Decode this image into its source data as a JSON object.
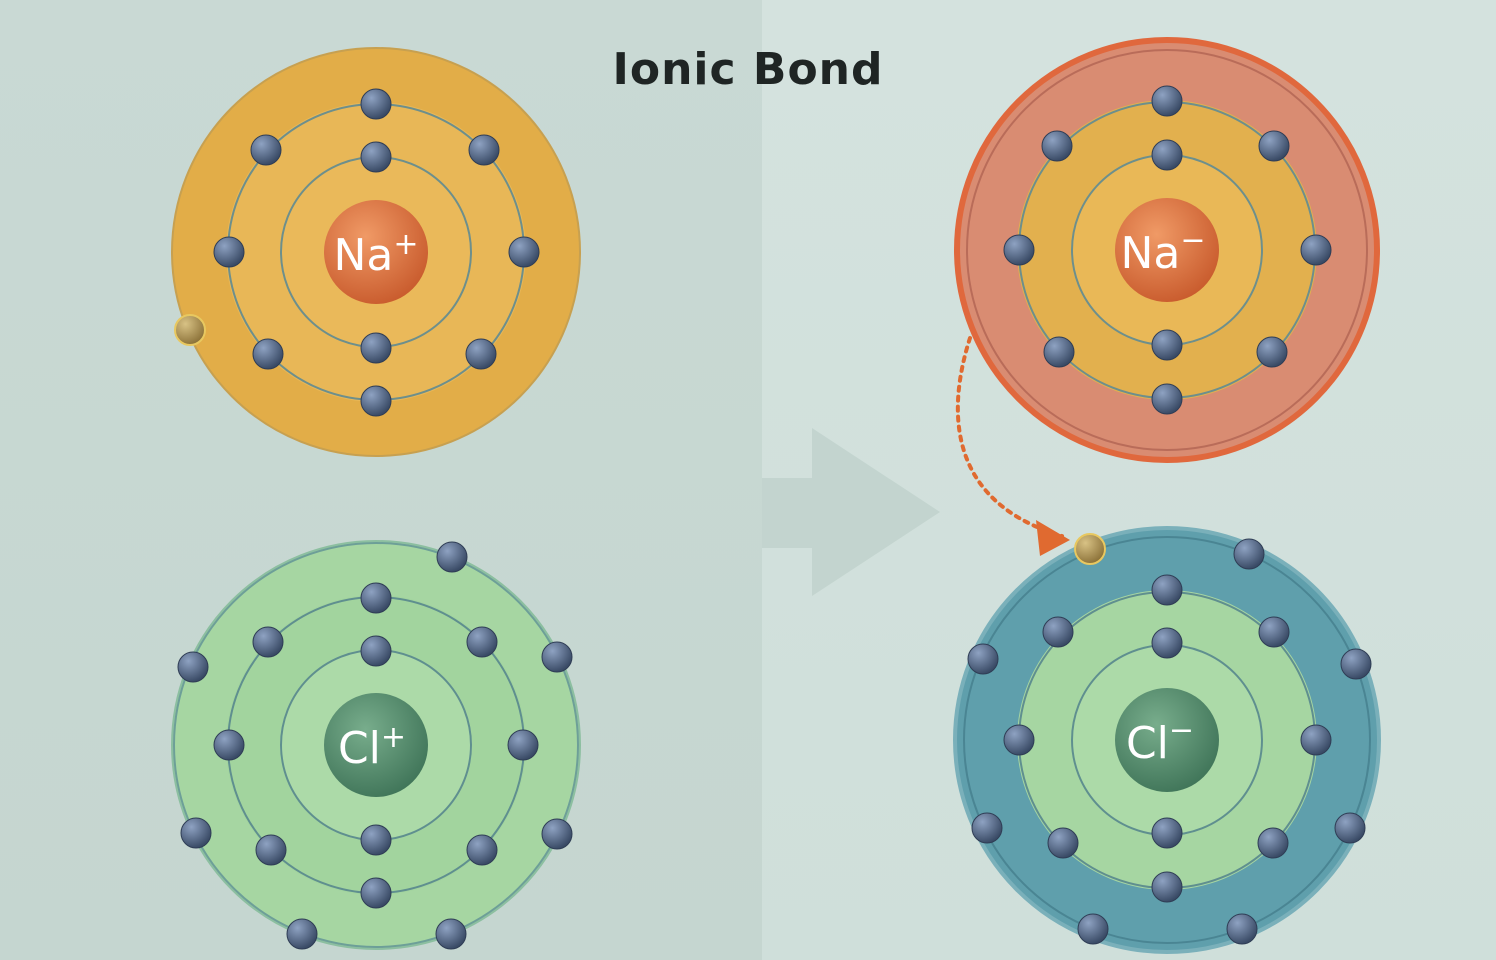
{
  "title": "Ionic Bond",
  "atoms": [
    {
      "id": "na-before",
      "symbol": "Na",
      "charge": "+",
      "shells": [
        2,
        8,
        1
      ],
      "kind": "sodium",
      "note": "outer electron about to transfer"
    },
    {
      "id": "cl-before",
      "symbol": "Cl",
      "charge": "+",
      "shells": [
        2,
        8,
        7
      ],
      "kind": "chlorine"
    },
    {
      "id": "na-after",
      "symbol": "Na",
      "charge": "−",
      "shells": [
        2,
        8
      ],
      "kind": "sodium-ion"
    },
    {
      "id": "cl-after",
      "symbol": "Cl",
      "charge": "−",
      "shells": [
        2,
        8,
        8
      ],
      "kind": "chlorine-ion"
    }
  ],
  "colors": {
    "sodium_shell": "#e5b24c",
    "sodium_nucleus": "#d96a3a",
    "chlorine_shell": "#a8d8a4",
    "chlorine_nucleus": "#4f8a6a",
    "cation_outer_ring": "#e07a58",
    "anion_outer_ring": "#5d9bab",
    "electron": "#4a5f7e",
    "transferred_electron": "#b89a4a",
    "transfer_arrow": "#e06a30",
    "process_arrow": "#c0d1cc"
  },
  "icons": {
    "process_arrow": "right-arrow-icon",
    "transfer_arrow": "dotted-curved-arrow-icon"
  }
}
